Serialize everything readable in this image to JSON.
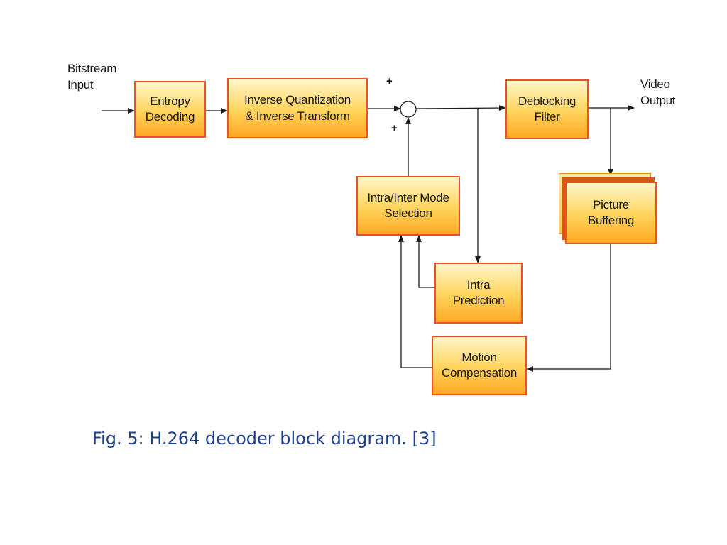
{
  "inputs": {
    "bitstream_line1": "Bitstream",
    "bitstream_line2": "Input",
    "video_line1": "Video",
    "video_line2": "Output"
  },
  "blocks": {
    "entropy": [
      "Entropy",
      "Decoding"
    ],
    "inverse": [
      "Inverse Quantization",
      "& Inverse Transform"
    ],
    "deblocking": [
      "Deblocking",
      "Filter"
    ],
    "mode_selection": [
      "Intra/Inter Mode",
      "Selection"
    ],
    "picture_buffering": [
      "Picture",
      "Buffering"
    ],
    "intra_prediction": [
      "Intra",
      "Prediction"
    ],
    "motion_compensation": [
      "Motion",
      "Compensation"
    ]
  },
  "adder": {
    "sign_top": "+",
    "sign_bottom": "+"
  },
  "caption": "Fig. 5: H.264 decoder block diagram. [3]",
  "colors": {
    "block_border": "#f04e23",
    "block_fill_top": "#fff6c8",
    "block_fill_bottom": "#ffa824",
    "line": "#1a1a1a",
    "caption": "#1f3f8f"
  }
}
